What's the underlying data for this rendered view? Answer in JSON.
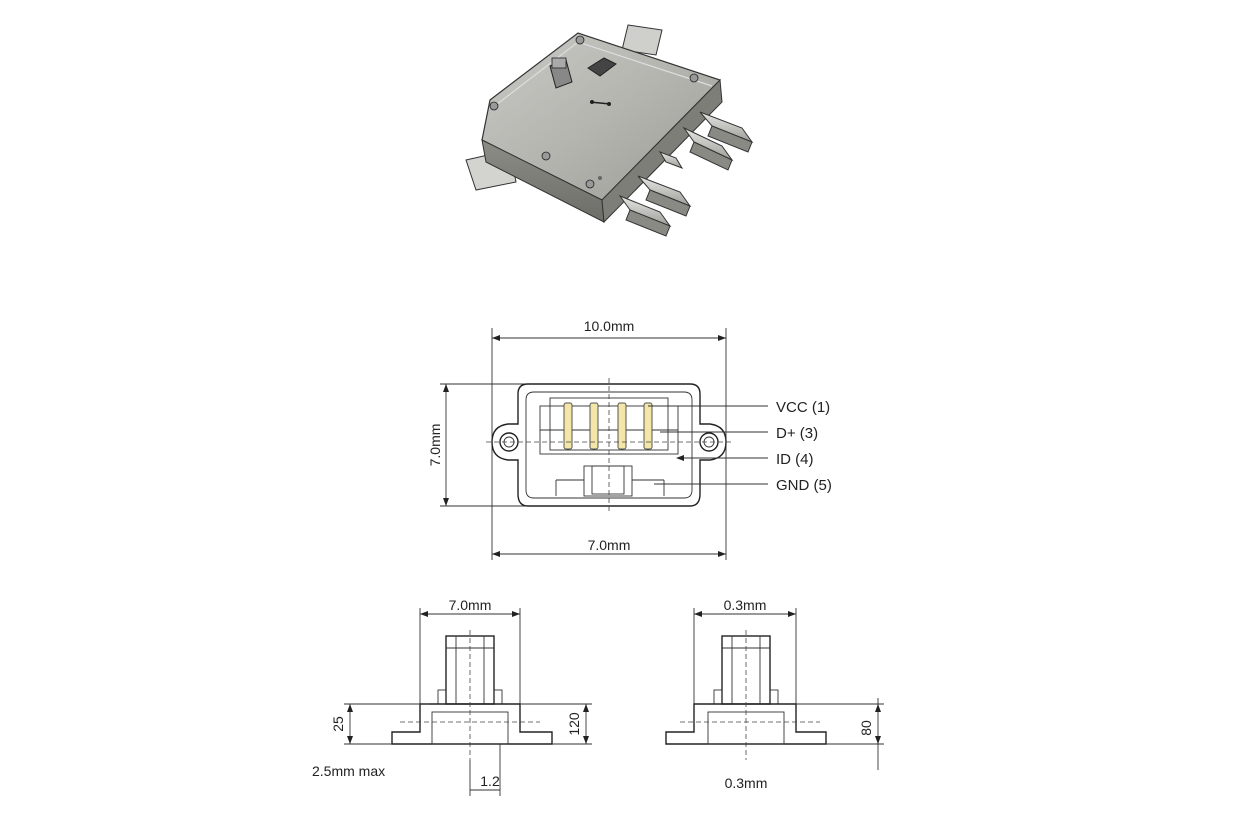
{
  "dimensions": {
    "front_width_top": "10.0mm",
    "front_height": "7.0mm",
    "front_width_bottom": "7.0mm",
    "side_left_width": "7.0mm",
    "side_left_height": "25",
    "side_left_total": "120",
    "side_left_tab": "1.2",
    "side_left_note": "2.5mm max",
    "side_right_width": "0.3mm",
    "side_right_bottom": "0.3mm",
    "side_right_height": "80"
  },
  "pins": [
    {
      "label": "VCC (1)"
    },
    {
      "label": "D+ (3)"
    },
    {
      "label": "ID (4)"
    },
    {
      "label": "GND (5)"
    }
  ],
  "colors": {
    "pin_fill": "#f3e6a6",
    "lock_body": "#b5b5b0",
    "line": "#222222"
  }
}
